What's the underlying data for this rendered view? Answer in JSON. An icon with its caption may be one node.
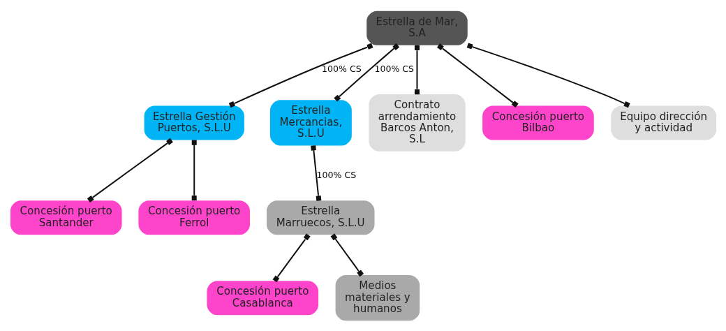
{
  "diagram": {
    "nodes": [
      {
        "text": [
          "Estrella de Mar, S.A"
        ]
      },
      {
        "text": [
          "Estrella Gestión Puertos, S.L.U"
        ]
      },
      {
        "text": [
          "Estrella Mercancias, S.L.U"
        ]
      },
      {
        "text": [
          "Contrato arrendamiento Barcos Anton, S.L"
        ]
      },
      {
        "text": [
          "Concesión puerto Bilbao"
        ]
      },
      {
        "text": [
          "Equipo dirección y actividad"
        ]
      },
      {
        "text": [
          "Concesión puerto Santander"
        ]
      },
      {
        "text": [
          "Concesión puerto Ferrol"
        ]
      },
      {
        "text": [
          "Estrella Marruecos, S.L.U"
        ]
      },
      {
        "text": [
          "Concesión puerto Casablanca"
        ]
      },
      {
        "text": [
          "Medios materiales y humanos"
        ]
      }
    ],
    "edges": [
      {
        "from": 0,
        "to": 1,
        "arrow": "other",
        "label": "100% CS"
      },
      {
        "from": 0,
        "to": 2,
        "arrow": "other",
        "label": "100% CS"
      },
      {
        "from": 0,
        "to": 3,
        "arrow": "other"
      },
      {
        "from": 0,
        "to": 4,
        "arrow": "other"
      },
      {
        "from": 0,
        "to": 5,
        "arrow": "other"
      },
      {
        "from": 1,
        "to": 6,
        "arrow": "other"
      },
      {
        "from": 1,
        "to": 7,
        "arrow": "other"
      },
      {
        "from": 2,
        "to": 8,
        "arrow": "other",
        "label": "100% CS"
      },
      {
        "from": 8,
        "to": 9,
        "arrow": "other"
      },
      {
        "from": 8,
        "to": 10,
        "arrow": "other"
      }
    ]
  }
}
